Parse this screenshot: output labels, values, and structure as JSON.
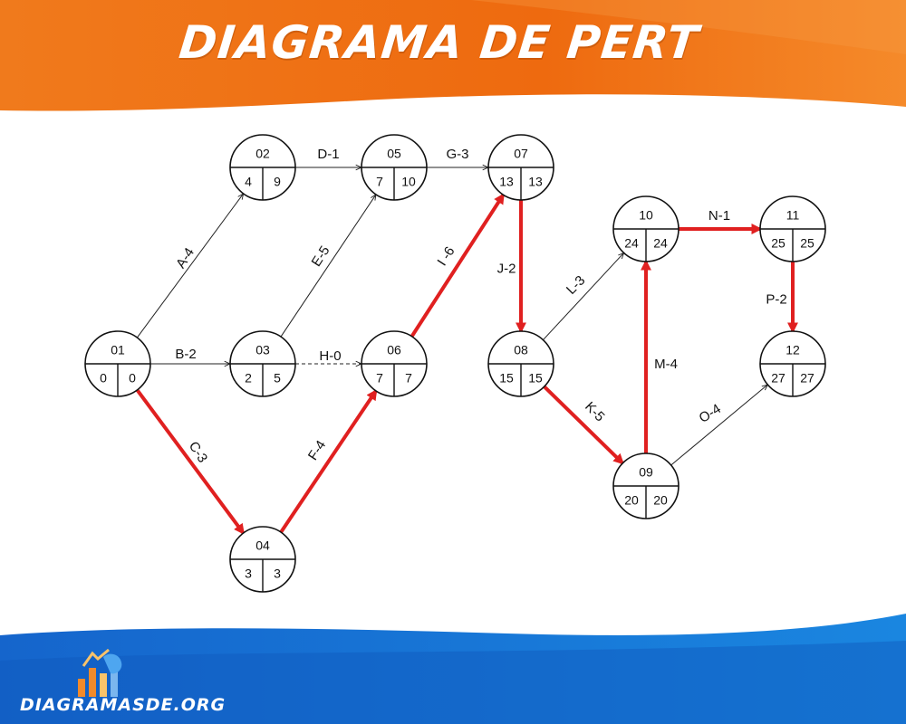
{
  "header": {
    "title": "DIAGRAMA DE PERT"
  },
  "footer": {
    "brand": "DIAGRAMASDE.ORG"
  },
  "colors": {
    "header_orange": "#ee6a0f",
    "header_orange_light": "#f9a04c",
    "footer_blue": "#1769d1",
    "footer_blue_light": "#1b8fe6",
    "critical_path": "#e02020",
    "normal_arrow": "#222222"
  },
  "diagram": {
    "nodes": [
      {
        "id": "01",
        "early": "0",
        "late": "0"
      },
      {
        "id": "02",
        "early": "4",
        "late": "9"
      },
      {
        "id": "03",
        "early": "2",
        "late": "5"
      },
      {
        "id": "04",
        "early": "3",
        "late": "3"
      },
      {
        "id": "05",
        "early": "7",
        "late": "10"
      },
      {
        "id": "06",
        "early": "7",
        "late": "7"
      },
      {
        "id": "07",
        "early": "13",
        "late": "13"
      },
      {
        "id": "08",
        "early": "15",
        "late": "15"
      },
      {
        "id": "09",
        "early": "20",
        "late": "20"
      },
      {
        "id": "10",
        "early": "24",
        "late": "24"
      },
      {
        "id": "11",
        "early": "25",
        "late": "25"
      },
      {
        "id": "12",
        "early": "27",
        "late": "27"
      }
    ],
    "activities": [
      {
        "label": "A-4",
        "from": "01",
        "to": "02",
        "critical": false,
        "dummy": false
      },
      {
        "label": "B-2",
        "from": "01",
        "to": "03",
        "critical": false,
        "dummy": false
      },
      {
        "label": "C-3",
        "from": "01",
        "to": "04",
        "critical": true,
        "dummy": false
      },
      {
        "label": "D-1",
        "from": "02",
        "to": "05",
        "critical": false,
        "dummy": false
      },
      {
        "label": "E-5",
        "from": "03",
        "to": "05",
        "critical": false,
        "dummy": false
      },
      {
        "label": "H-0",
        "from": "03",
        "to": "06",
        "critical": false,
        "dummy": true
      },
      {
        "label": "F-4",
        "from": "04",
        "to": "06",
        "critical": true,
        "dummy": false
      },
      {
        "label": "G-3",
        "from": "05",
        "to": "07",
        "critical": false,
        "dummy": false
      },
      {
        "label": "I -6",
        "from": "06",
        "to": "07",
        "critical": true,
        "dummy": false
      },
      {
        "label": "J-2",
        "from": "07",
        "to": "08",
        "critical": true,
        "dummy": false
      },
      {
        "label": "L-3",
        "from": "08",
        "to": "10",
        "critical": false,
        "dummy": false
      },
      {
        "label": "K-5",
        "from": "08",
        "to": "09",
        "critical": true,
        "dummy": false
      },
      {
        "label": "M-4",
        "from": "09",
        "to": "10",
        "critical": true,
        "dummy": false
      },
      {
        "label": "O-4",
        "from": "09",
        "to": "12",
        "critical": false,
        "dummy": false
      },
      {
        "label": "N-1",
        "from": "10",
        "to": "11",
        "critical": true,
        "dummy": false
      },
      {
        "label": "P-2",
        "from": "11",
        "to": "12",
        "critical": true,
        "dummy": false
      }
    ]
  }
}
